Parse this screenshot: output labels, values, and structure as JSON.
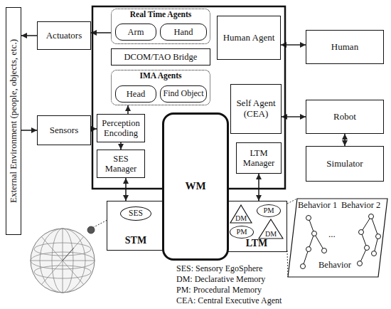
{
  "diagram": {
    "nodes": [
      {
        "text": [
          "External Environment (people, objects, etc.)"
        ]
      },
      {
        "text": [
          "Actuators"
        ]
      },
      {
        "text": [
          "Sensors"
        ]
      },
      {
        "text": [
          "Real Time Agents"
        ]
      },
      {
        "text": [
          "Arm"
        ],
        "in": 3
      },
      {
        "text": [
          "Hand"
        ],
        "in": 3
      },
      {
        "text": [
          "DCOM/TAO Bridge"
        ]
      },
      {
        "text": [
          "IMA Agents"
        ]
      },
      {
        "text": [
          "Head"
        ],
        "in": 7
      },
      {
        "text": [
          "Find Object"
        ],
        "in": 7
      },
      {
        "text": [
          "Perception Encoding"
        ]
      },
      {
        "text": [
          "SES Manager"
        ]
      },
      {
        "text": [
          "Human Agent"
        ]
      },
      {
        "text": [
          "Self Agent (CEA)"
        ]
      },
      {
        "text": [
          "LTM Manager"
        ]
      },
      {
        "text": [
          "WM"
        ]
      },
      {
        "text": [
          "Human"
        ]
      },
      {
        "text": [
          "Robot"
        ]
      },
      {
        "text": [
          "Simulator"
        ]
      },
      {
        "text": [
          "STM"
        ]
      },
      {
        "text": [
          "SES"
        ],
        "in": 19
      },
      {
        "text": [
          "LTM"
        ]
      },
      {
        "text": [
          "DM"
        ],
        "in": 21
      },
      {
        "text": [
          "PM"
        ],
        "in": 21
      },
      {
        "text": [
          "PM"
        ],
        "in": 21
      },
      {
        "text": [
          "DM"
        ],
        "in": 21
      },
      {
        "text": [
          "Behavior 1",
          "Behavior 2",
          "...",
          "Behavior"
        ]
      }
    ],
    "edges": [
      {
        "from": 1,
        "to": 0,
        "arrow": "to"
      },
      {
        "from": 3,
        "to": 1,
        "arrow": "to"
      },
      {
        "from": 0,
        "to": 2,
        "arrow": "to"
      },
      {
        "from": 2,
        "to": 10,
        "arrow": "to"
      },
      {
        "from": 10,
        "to": 7,
        "arrow": "to"
      },
      {
        "from": 10,
        "to": 11,
        "arrow": "to"
      },
      {
        "from": 11,
        "to": 19,
        "arrow": "both"
      },
      {
        "from": 14,
        "to": 21,
        "arrow": "both"
      },
      {
        "from": 12,
        "to": 16,
        "arrow": "both"
      },
      {
        "from": 13,
        "to": 17,
        "arrow": "both"
      },
      {
        "from": 17,
        "to": 18,
        "arrow": "both"
      }
    ],
    "labels": [
      "SES: Sensory EgoSphere",
      "DM: Declarative Memory",
      "PM: Procedural Memory",
      "CEA: Central Executive Agent"
    ]
  }
}
